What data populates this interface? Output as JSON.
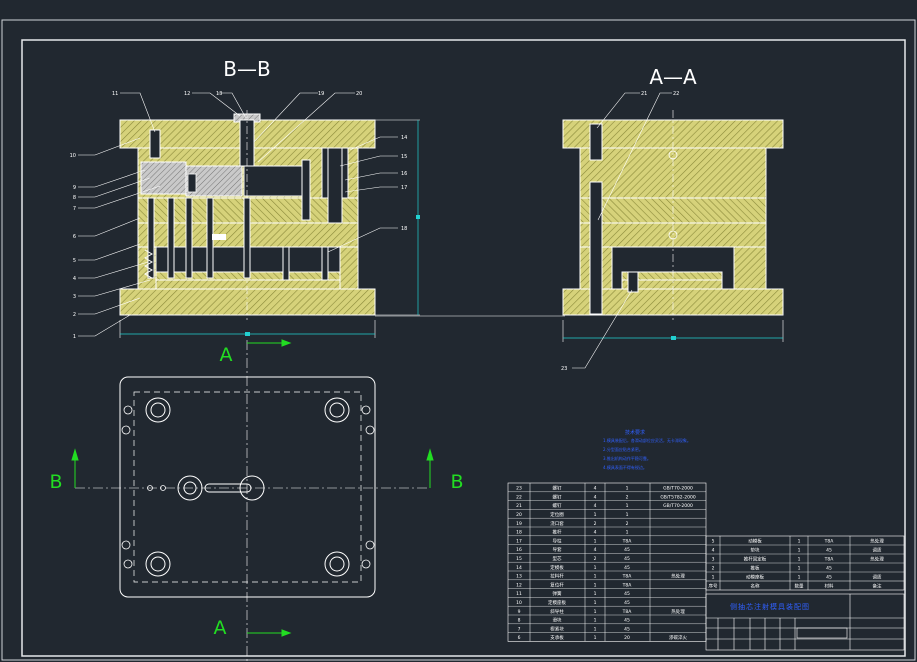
{
  "colors": {
    "background": "#212830",
    "line": "#ffffff",
    "hatch_fill": "#d6d27a",
    "hatch_stroke": "#8a8a3a",
    "section_label": "#ffffff",
    "arrow_green": "#22dd22",
    "dim_cyan": "#22d0d0",
    "notes_blue": "#3060ff"
  },
  "views": {
    "section_bb_label": "B—B",
    "section_aa_label": "A—A",
    "plan_cut_a_top": "A",
    "plan_cut_a_bottom": "A",
    "plan_cut_b_left": "B",
    "plan_cut_b_right": "B"
  },
  "part_numbers_left": [
    "10",
    "9",
    "8",
    "7",
    "6",
    "5",
    "4",
    "3",
    "2",
    "1"
  ],
  "part_numbers_top": [
    "11",
    "12",
    "13",
    "19",
    "20"
  ],
  "part_numbers_right": [
    "14",
    "15",
    "16",
    "17",
    "18"
  ],
  "part_numbers_aa": [
    "21",
    "22",
    "23"
  ],
  "tech_notes": {
    "title": "技术要求",
    "lines": [
      "1.模具装配后，各滑动部位应灵活，无卡滞现象。",
      "2.分型面应贴合紧密。",
      "3.推出机构动作平稳可靠。",
      "4.模具表面不得有锐边。"
    ]
  },
  "bom_left": [
    {
      "no": "23",
      "name": "螺钉",
      "qty": "4",
      "mat": "1",
      "std": "GB/T70-2000"
    },
    {
      "no": "22",
      "name": "螺钉",
      "qty": "4",
      "mat": "2",
      "std": "GB/T5782-2000"
    },
    {
      "no": "21",
      "name": "螺钉",
      "qty": "4",
      "mat": "1",
      "std": "GB/T70-2000"
    },
    {
      "no": "20",
      "name": "定位圈",
      "qty": "1",
      "mat": "1",
      "std": ""
    },
    {
      "no": "19",
      "name": "浇口套",
      "qty": "2",
      "mat": "2",
      "std": ""
    },
    {
      "no": "18",
      "name": "推杆",
      "qty": "4",
      "mat": "1",
      "std": ""
    },
    {
      "no": "17",
      "name": "导柱",
      "qty": "1",
      "mat": "T8A",
      "std": ""
    },
    {
      "no": "16",
      "name": "导套",
      "qty": "4",
      "mat": "45",
      "std": ""
    },
    {
      "no": "15",
      "name": "型芯",
      "qty": "2",
      "mat": "45",
      "std": ""
    },
    {
      "no": "14",
      "name": "定模板",
      "qty": "1",
      "mat": "45",
      "std": ""
    },
    {
      "no": "13",
      "name": "拉料杆",
      "qty": "1",
      "mat": "T8A",
      "std": "热处理"
    },
    {
      "no": "12",
      "name": "复位杆",
      "qty": "1",
      "mat": "T8A",
      "std": ""
    },
    {
      "no": "11",
      "name": "弹簧",
      "qty": "1",
      "mat": "45",
      "std": ""
    },
    {
      "no": "10",
      "name": "定模座板",
      "qty": "1",
      "mat": "45",
      "std": ""
    },
    {
      "no": "9",
      "name": "斜导柱",
      "qty": "1",
      "mat": "T8A",
      "std": "热处理"
    },
    {
      "no": "8",
      "name": "滑块",
      "qty": "1",
      "mat": "45",
      "std": ""
    },
    {
      "no": "7",
      "name": "楔紧块",
      "qty": "1",
      "mat": "45",
      "std": ""
    },
    {
      "no": "6",
      "name": "支承板",
      "qty": "1",
      "mat": "20",
      "std": "渗碳淬火"
    }
  ],
  "bom_right": [
    {
      "no": "5",
      "name": "动模板",
      "qty": "1",
      "mat": "T8A",
      "note": "热处理"
    },
    {
      "no": "4",
      "name": "垫块",
      "qty": "1",
      "mat": "45",
      "note": "调质"
    },
    {
      "no": "3",
      "name": "推杆固定板",
      "qty": "1",
      "mat": "T8A",
      "note": "热处理"
    },
    {
      "no": "2",
      "name": "推板",
      "qty": "1",
      "mat": "45",
      "note": ""
    },
    {
      "no": "1",
      "name": "动模座板",
      "qty": "1",
      "mat": "45",
      "note": "调质"
    }
  ],
  "bom_header": [
    "序号",
    "名称",
    "数量",
    "材料",
    "备注"
  ],
  "title_block": {
    "title": "侧抽芯注射模具装配图"
  }
}
